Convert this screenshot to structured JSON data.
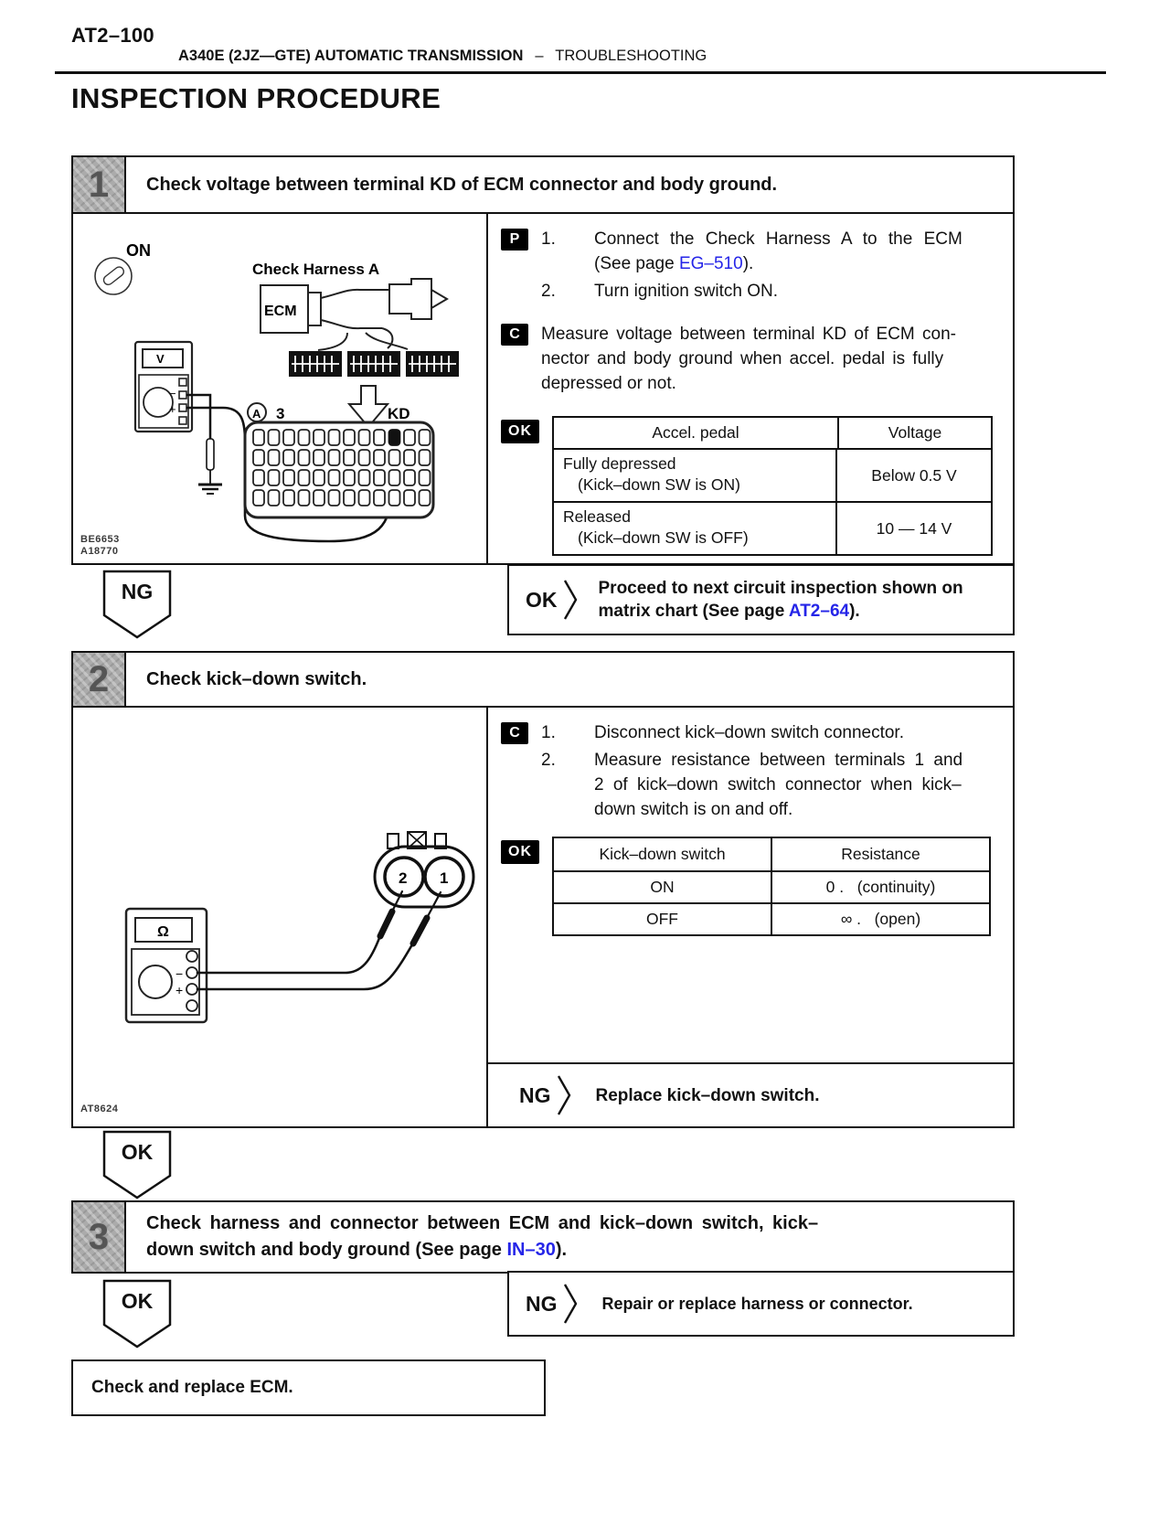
{
  "header": {
    "page_number": "AT2–100",
    "section_title": "A340E (2JZ—GTE) AUTOMATIC TRANSMISSION",
    "section_sep": "–",
    "section_sub": "TROUBLESHOOTING",
    "page_title": "INSPECTION PROCEDURE"
  },
  "link_color": "#2525e8",
  "step1": {
    "num": "1",
    "title": "Check voltage between terminal KD of ECM connector and body ground.",
    "fig": {
      "ignition_label": "ON",
      "harness_label": "Check Harness A",
      "ecm_label": "ECM",
      "meter_label": "V",
      "minus": "−",
      "plus": "+",
      "terminal_a": "A",
      "terminal_3": "3",
      "terminal_kd": "KD",
      "code1": "BE6653",
      "code2": "A18770"
    },
    "p_badge": "P",
    "items": [
      {
        "num": "1.",
        "line1": "Connect the Check Harness A to the ECM",
        "pre": "(See page ",
        "link": "EG–510",
        "post": ")."
      },
      {
        "num": "2.",
        "line1": "Turn ignition switch ON."
      }
    ],
    "c_badge": "C",
    "c_line1": "Measure voltage between terminal KD of ECM con-",
    "c_line2": "nector and body ground when accel. pedal is fully",
    "c_line3": "depressed or not.",
    "ok_badge": "OK",
    "table": {
      "h1": "Accel. pedal",
      "h2": "Voltage",
      "r1a": "Fully depressed",
      "r1b": "(Kick–down SW is ON)",
      "r1v": "Below 0.5 V",
      "r2a": "Released",
      "r2b": "(Kick–down SW is OFF)",
      "r2v": "10 — 14 V"
    },
    "ng_label": "NG",
    "ok_label": "OK",
    "ok_line1": "Proceed to next circuit inspection shown on",
    "ok_line2_pre": "matrix chart (See page ",
    "ok_line2_link": "AT2–64",
    "ok_line2_post": ")."
  },
  "step2": {
    "num": "2",
    "title": "Check kick–down switch.",
    "fig": {
      "meter_label": "Ω",
      "minus": "−",
      "plus": "+",
      "terminal_2": "2",
      "terminal_1": "1",
      "code": "AT8624"
    },
    "c_badge": "C",
    "i1_num": "1.",
    "i1_text": "Disconnect kick–down switch connector.",
    "i2_num": "2.",
    "i2_line1": "Measure resistance between terminals 1 and",
    "i2_line2": "2 of kick–down switch connector when kick–",
    "i2_line3": "down switch is on and off.",
    "ok_badge": "OK",
    "table": {
      "h1": "Kick–down switch",
      "h2": "Resistance",
      "r1a": "ON",
      "r1v": "0 .   (continuity)",
      "r2a": "OFF",
      "r2v": "∞ .   (open)"
    },
    "ng_label": "NG",
    "ng_result": "Replace kick–down switch.",
    "ok_label": "OK"
  },
  "step3": {
    "num": "3",
    "title_line1": "Check harness and connector between ECM and kick–down switch, kick–",
    "title_line2_pre": "down switch and body ground (See page ",
    "title_link": "IN–30",
    "title_post": ").",
    "ok_label": "OK",
    "ng_label": "NG",
    "ng_result": "Repair or replace harness or connector."
  },
  "final_box": {
    "text": "Check and replace ECM."
  }
}
